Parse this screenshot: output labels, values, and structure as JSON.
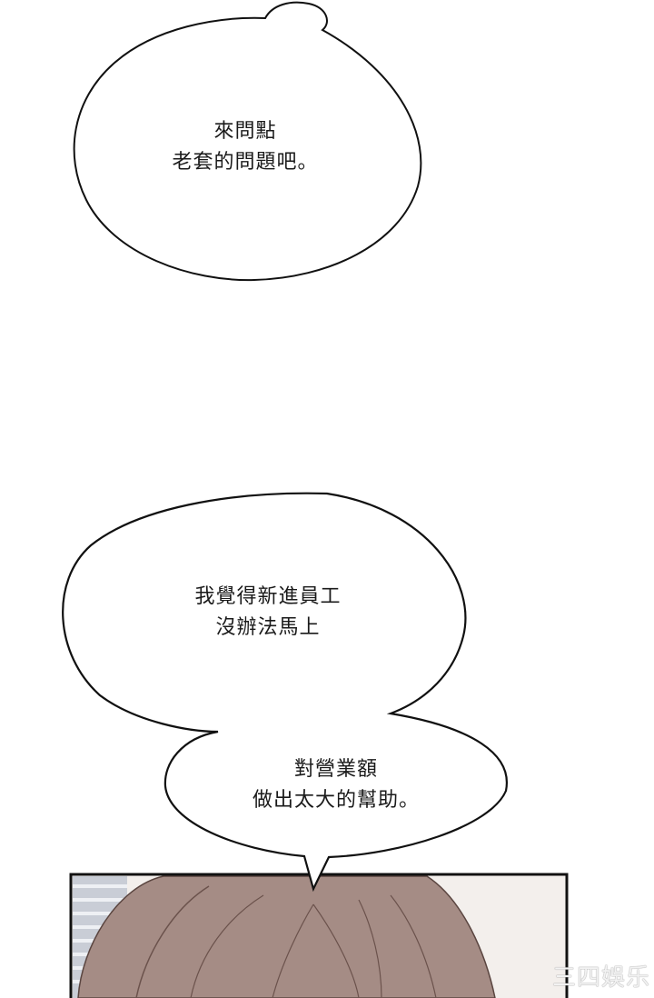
{
  "comic": {
    "bubbles": [
      {
        "id": "bubble-1",
        "lines": [
          "來問點",
          "老套的問題吧。"
        ],
        "text": "來問點\n老套的問題吧。"
      },
      {
        "id": "bubble-2",
        "lines": [
          "我覺得新進員工",
          "沒辦法馬上"
        ],
        "text": "我覺得新進員工\n沒辦法馬上"
      },
      {
        "id": "bubble-3",
        "lines": [
          "對營業額",
          "做出太大的幫助。"
        ],
        "text": "對營業額\n做出太大的幫助。"
      }
    ],
    "panel": {
      "subject": "character-hair-top",
      "hair_color": "#a58c85",
      "background_color": "#f3efec",
      "frame_color": "#111111"
    },
    "watermark": "三四娛乐"
  }
}
